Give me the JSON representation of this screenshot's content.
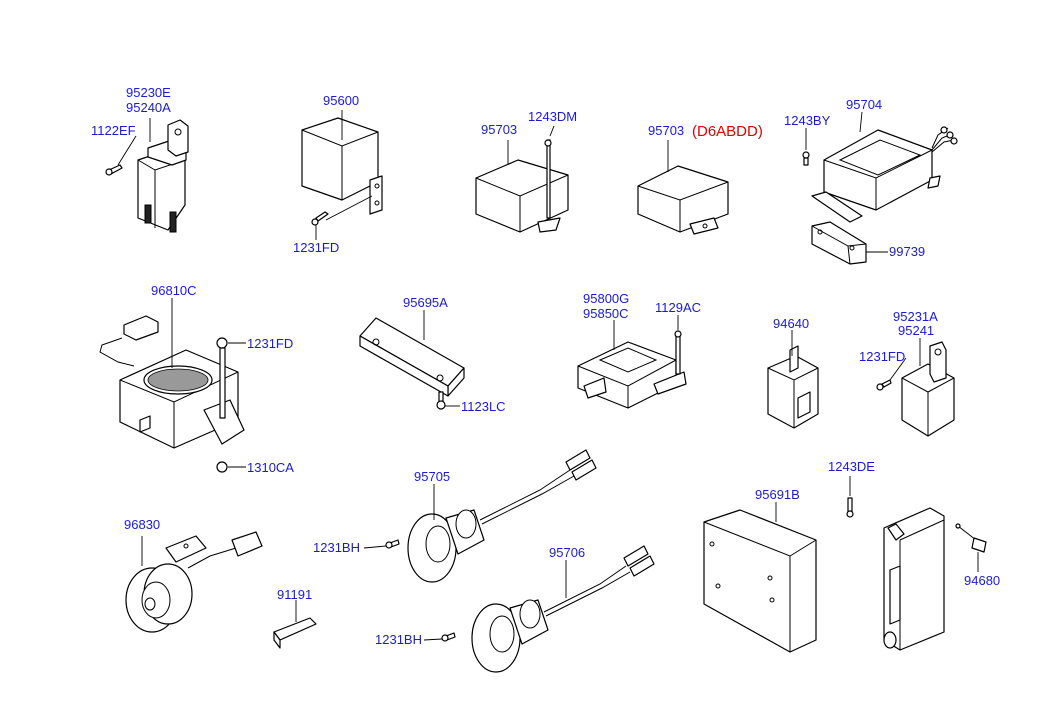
{
  "colors": {
    "label": "#1a1ad6",
    "note": "#e00000",
    "line": "#000000"
  },
  "labels": {
    "p95230e": "95230E",
    "p95240a": "95240A",
    "p1122ef": "1122EF",
    "p95600": "95600",
    "p1231fd_a": "1231FD",
    "p95703_a": "95703",
    "p1243dm": "1243DM",
    "p95703_b": "95703",
    "d6abdd": "(D6ABDD)",
    "p1243by": "1243BY",
    "p95704": "95704",
    "p99739": "99739",
    "p96810c": "96810C",
    "p1231fd_b": "1231FD",
    "p1310ca": "1310CA",
    "p95695a": "95695A",
    "p1123lc": "1123LC",
    "p95800g": "95800G",
    "p95850c": "95850C",
    "p1129ac": "1129AC",
    "p94640": "94640",
    "p95231a": "95231A",
    "p95241": "95241",
    "p1231fd_c": "1231FD",
    "p95705": "95705",
    "p1231bh_a": "1231BH",
    "p95706": "95706",
    "p1231bh_b": "1231BH",
    "p96830": "96830",
    "p91191": "91191",
    "p95691b": "95691B",
    "p1243de": "1243DE",
    "p94680": "94680"
  }
}
